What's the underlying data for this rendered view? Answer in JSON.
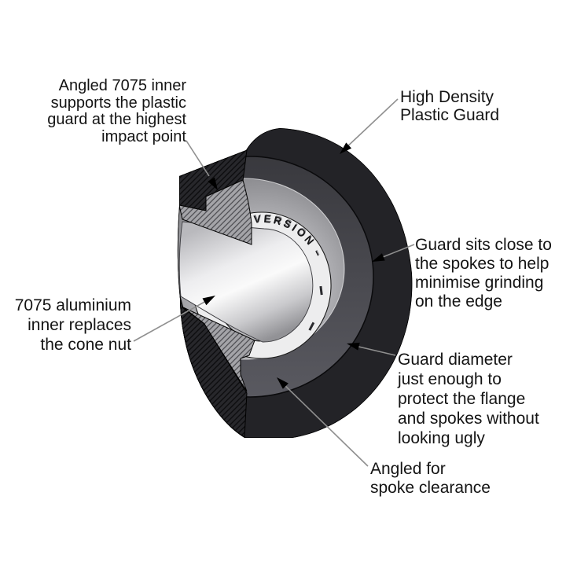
{
  "diagram": {
    "subject": "hub-guard-cutaway-cross-section",
    "embossed_text": "VERSION –",
    "colors": {
      "guard_black": "#232327",
      "cone_band": "#4a4a50",
      "aluminium": "#b3b3b7",
      "embossed_ring": "#ededee",
      "bore_highlight": "#fafafa",
      "hatch_light": "#a4a4a8",
      "hatch_dark": "#27272b",
      "leader_line": "#8f8f8f",
      "label_text": "#141414"
    }
  },
  "labels": {
    "angled_inner": "Angled 7075 inner\nsupports the plastic\nguard at the highest\nimpact point",
    "plastic_guard": "High Density\nPlastic Guard",
    "guard_sits": "Guard sits close to\nthe spokes to help\nminimise grinding\non the edge",
    "aluminium_inner": "7075 aluminium\ninner replaces\nthe cone nut",
    "guard_diameter": "Guard diameter\njust enough to\nprotect the flange\nand spokes without\nlooking ugly",
    "spoke_clearance": "Angled for\nspoke clearance"
  }
}
